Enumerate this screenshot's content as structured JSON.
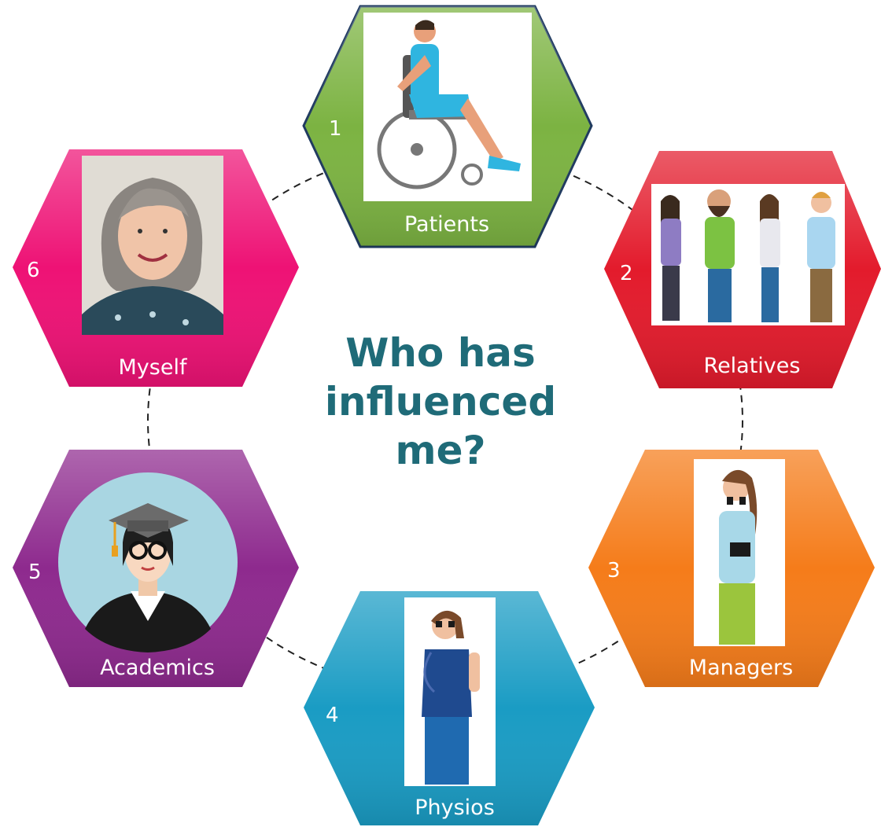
{
  "title_lines": [
    "Who has",
    "influenced",
    "me?"
  ],
  "nodes": [
    {
      "number": "1",
      "label": "Patients",
      "color": "#7cb342",
      "image": "wheelchair-user-icon"
    },
    {
      "number": "2",
      "label": "Relatives",
      "color": "#e31b2c",
      "image": "family-group-icon"
    },
    {
      "number": "3",
      "label": "Managers",
      "color": "#f57c1a",
      "image": "manager-clipboard-icon"
    },
    {
      "number": "4",
      "label": "Physios",
      "color": "#1a9cc4",
      "image": "physio-nurse-icon"
    },
    {
      "number": "5",
      "label": "Academics",
      "color": "#8e2a8e",
      "image": "graduate-avatar-icon"
    },
    {
      "number": "6",
      "label": "Myself",
      "color": "#ee1275",
      "image": "portrait-photo-icon"
    }
  ]
}
